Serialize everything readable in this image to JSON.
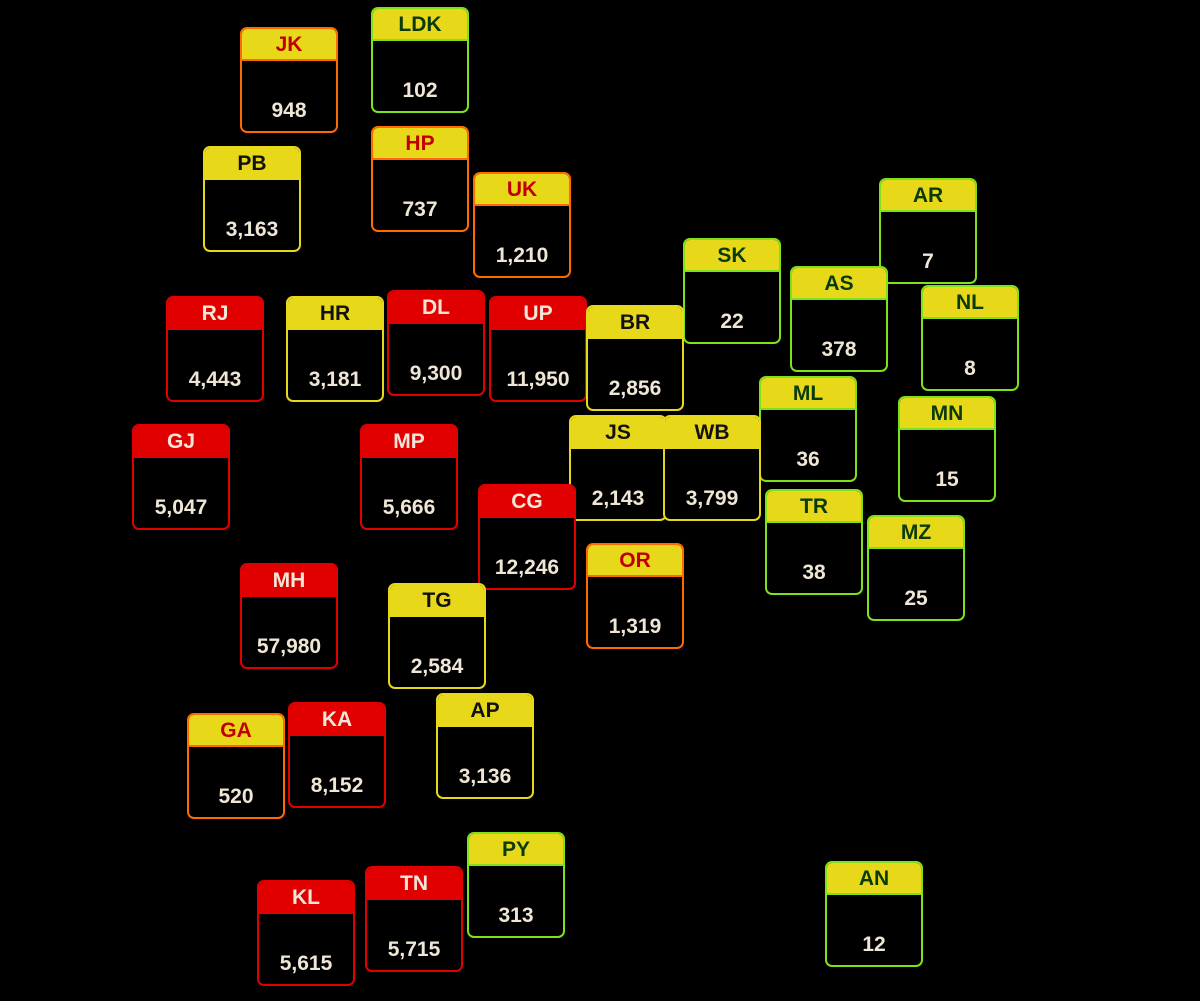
{
  "colors": {
    "high": "#e00000",
    "medium_high": "#ff6a00",
    "medium": "#e8d81a",
    "low": "#7de21a",
    "background": "#000000"
  },
  "tiles": [
    {
      "code": "JK",
      "value": "948",
      "level": "orange"
    },
    {
      "code": "LDK",
      "value": "102",
      "level": "green"
    },
    {
      "code": "HP",
      "value": "737",
      "level": "orange"
    },
    {
      "code": "PB",
      "value": "3,163",
      "level": "yellow"
    },
    {
      "code": "UK",
      "value": "1,210",
      "level": "orange"
    },
    {
      "code": "AR",
      "value": "7",
      "level": "green"
    },
    {
      "code": "SK",
      "value": "22",
      "level": "green"
    },
    {
      "code": "AS",
      "value": "378",
      "level": "green"
    },
    {
      "code": "NL",
      "value": "8",
      "level": "green"
    },
    {
      "code": "RJ",
      "value": "4,443",
      "level": "red"
    },
    {
      "code": "HR",
      "value": "3,181",
      "level": "yellow"
    },
    {
      "code": "DL",
      "value": "9,300",
      "level": "red"
    },
    {
      "code": "UP",
      "value": "11,950",
      "level": "red"
    },
    {
      "code": "BR",
      "value": "2,856",
      "level": "yellow"
    },
    {
      "code": "ML",
      "value": "36",
      "level": "green"
    },
    {
      "code": "MN",
      "value": "15",
      "level": "green"
    },
    {
      "code": "GJ",
      "value": "5,047",
      "level": "red"
    },
    {
      "code": "MP",
      "value": "5,666",
      "level": "red"
    },
    {
      "code": "JS",
      "value": "2,143",
      "level": "yellow"
    },
    {
      "code": "WB",
      "value": "3,799",
      "level": "yellow"
    },
    {
      "code": "CG",
      "value": "12,246",
      "level": "red"
    },
    {
      "code": "TR",
      "value": "38",
      "level": "green"
    },
    {
      "code": "MZ",
      "value": "25",
      "level": "green"
    },
    {
      "code": "OR",
      "value": "1,319",
      "level": "orange"
    },
    {
      "code": "MH",
      "value": "57,980",
      "level": "red"
    },
    {
      "code": "TG",
      "value": "2,584",
      "level": "yellow"
    },
    {
      "code": "GA",
      "value": "520",
      "level": "orange"
    },
    {
      "code": "KA",
      "value": "8,152",
      "level": "red"
    },
    {
      "code": "AP",
      "value": "3,136",
      "level": "yellow"
    },
    {
      "code": "PY",
      "value": "313",
      "level": "green"
    },
    {
      "code": "AN",
      "value": "12",
      "level": "green"
    },
    {
      "code": "KL",
      "value": "5,615",
      "level": "red"
    },
    {
      "code": "TN",
      "value": "5,715",
      "level": "red"
    }
  ]
}
